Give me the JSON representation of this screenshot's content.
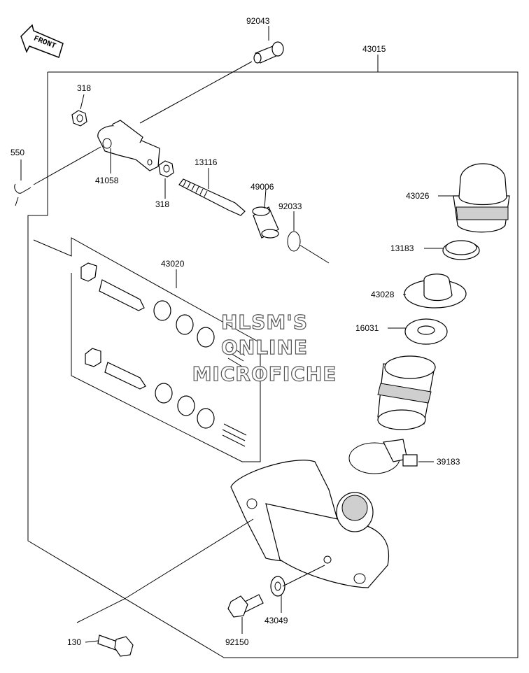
{
  "front_label": "FRONT",
  "watermark": {
    "line1": "HLSM'S",
    "line2": "ONLINE",
    "line3": "MICROFICHE"
  },
  "parts": {
    "p92043": "92043",
    "p43015": "43015",
    "p318a": "318",
    "p550": "550",
    "p41058": "41058",
    "p318b": "318",
    "p13116": "13116",
    "p49006": "49006",
    "p92033": "92033",
    "p43026": "43026",
    "p13183": "13183",
    "p43020": "43020",
    "p43028": "43028",
    "p16031": "16031",
    "p39183": "39183",
    "p43049": "43049",
    "p92150": "92150",
    "p130": "130"
  }
}
